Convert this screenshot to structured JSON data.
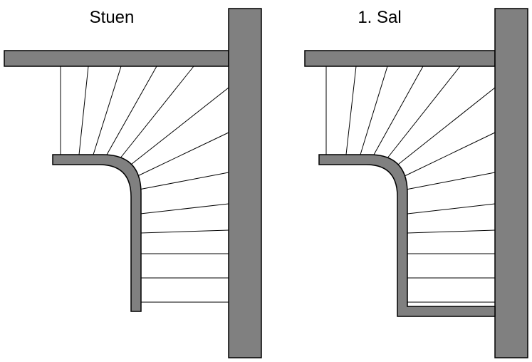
{
  "colors": {
    "wall_fill": "#808080",
    "outline": "#000000",
    "tread_line": "#000000",
    "background": "#ffffff"
  },
  "plans": [
    {
      "id": "ground-floor",
      "title": "Stuen"
    },
    {
      "id": "first-floor",
      "title": "1. Sal"
    }
  ]
}
